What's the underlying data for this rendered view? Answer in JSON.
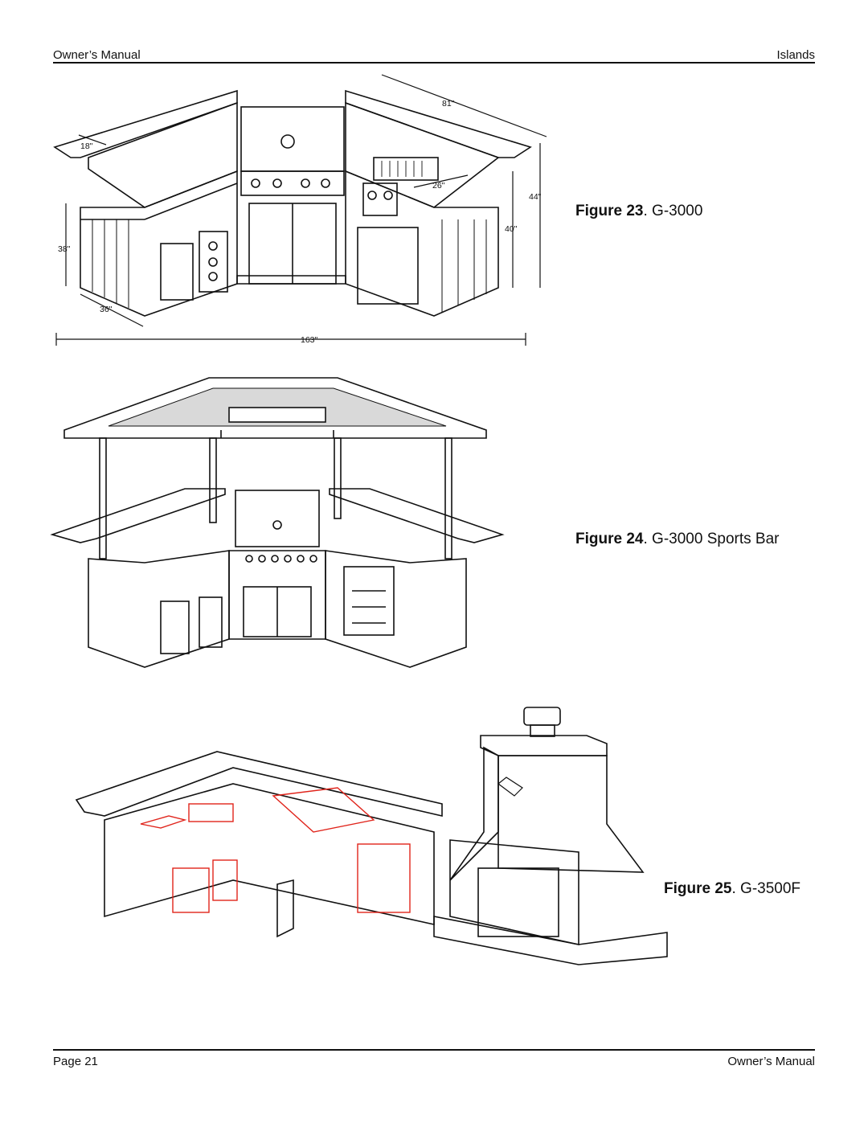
{
  "header": {
    "left": "Owner’s Manual",
    "right": "Islands"
  },
  "footer": {
    "left": "Page 21",
    "right": "Owner’s Manual"
  },
  "figures": [
    {
      "label": "Figure 23",
      "title": "G-3000",
      "dimensions": [
        "81\"",
        "18\"",
        "26\"",
        "44\"",
        "40\"",
        "38\"",
        "36\"",
        "163\""
      ]
    },
    {
      "label": "Figure 24",
      "title": "G-3000 Sports Bar"
    },
    {
      "label": "Figure 25",
      "title": "G-3500F"
    }
  ],
  "colors": {
    "ink": "#111111",
    "highlight": "#e0241b"
  }
}
